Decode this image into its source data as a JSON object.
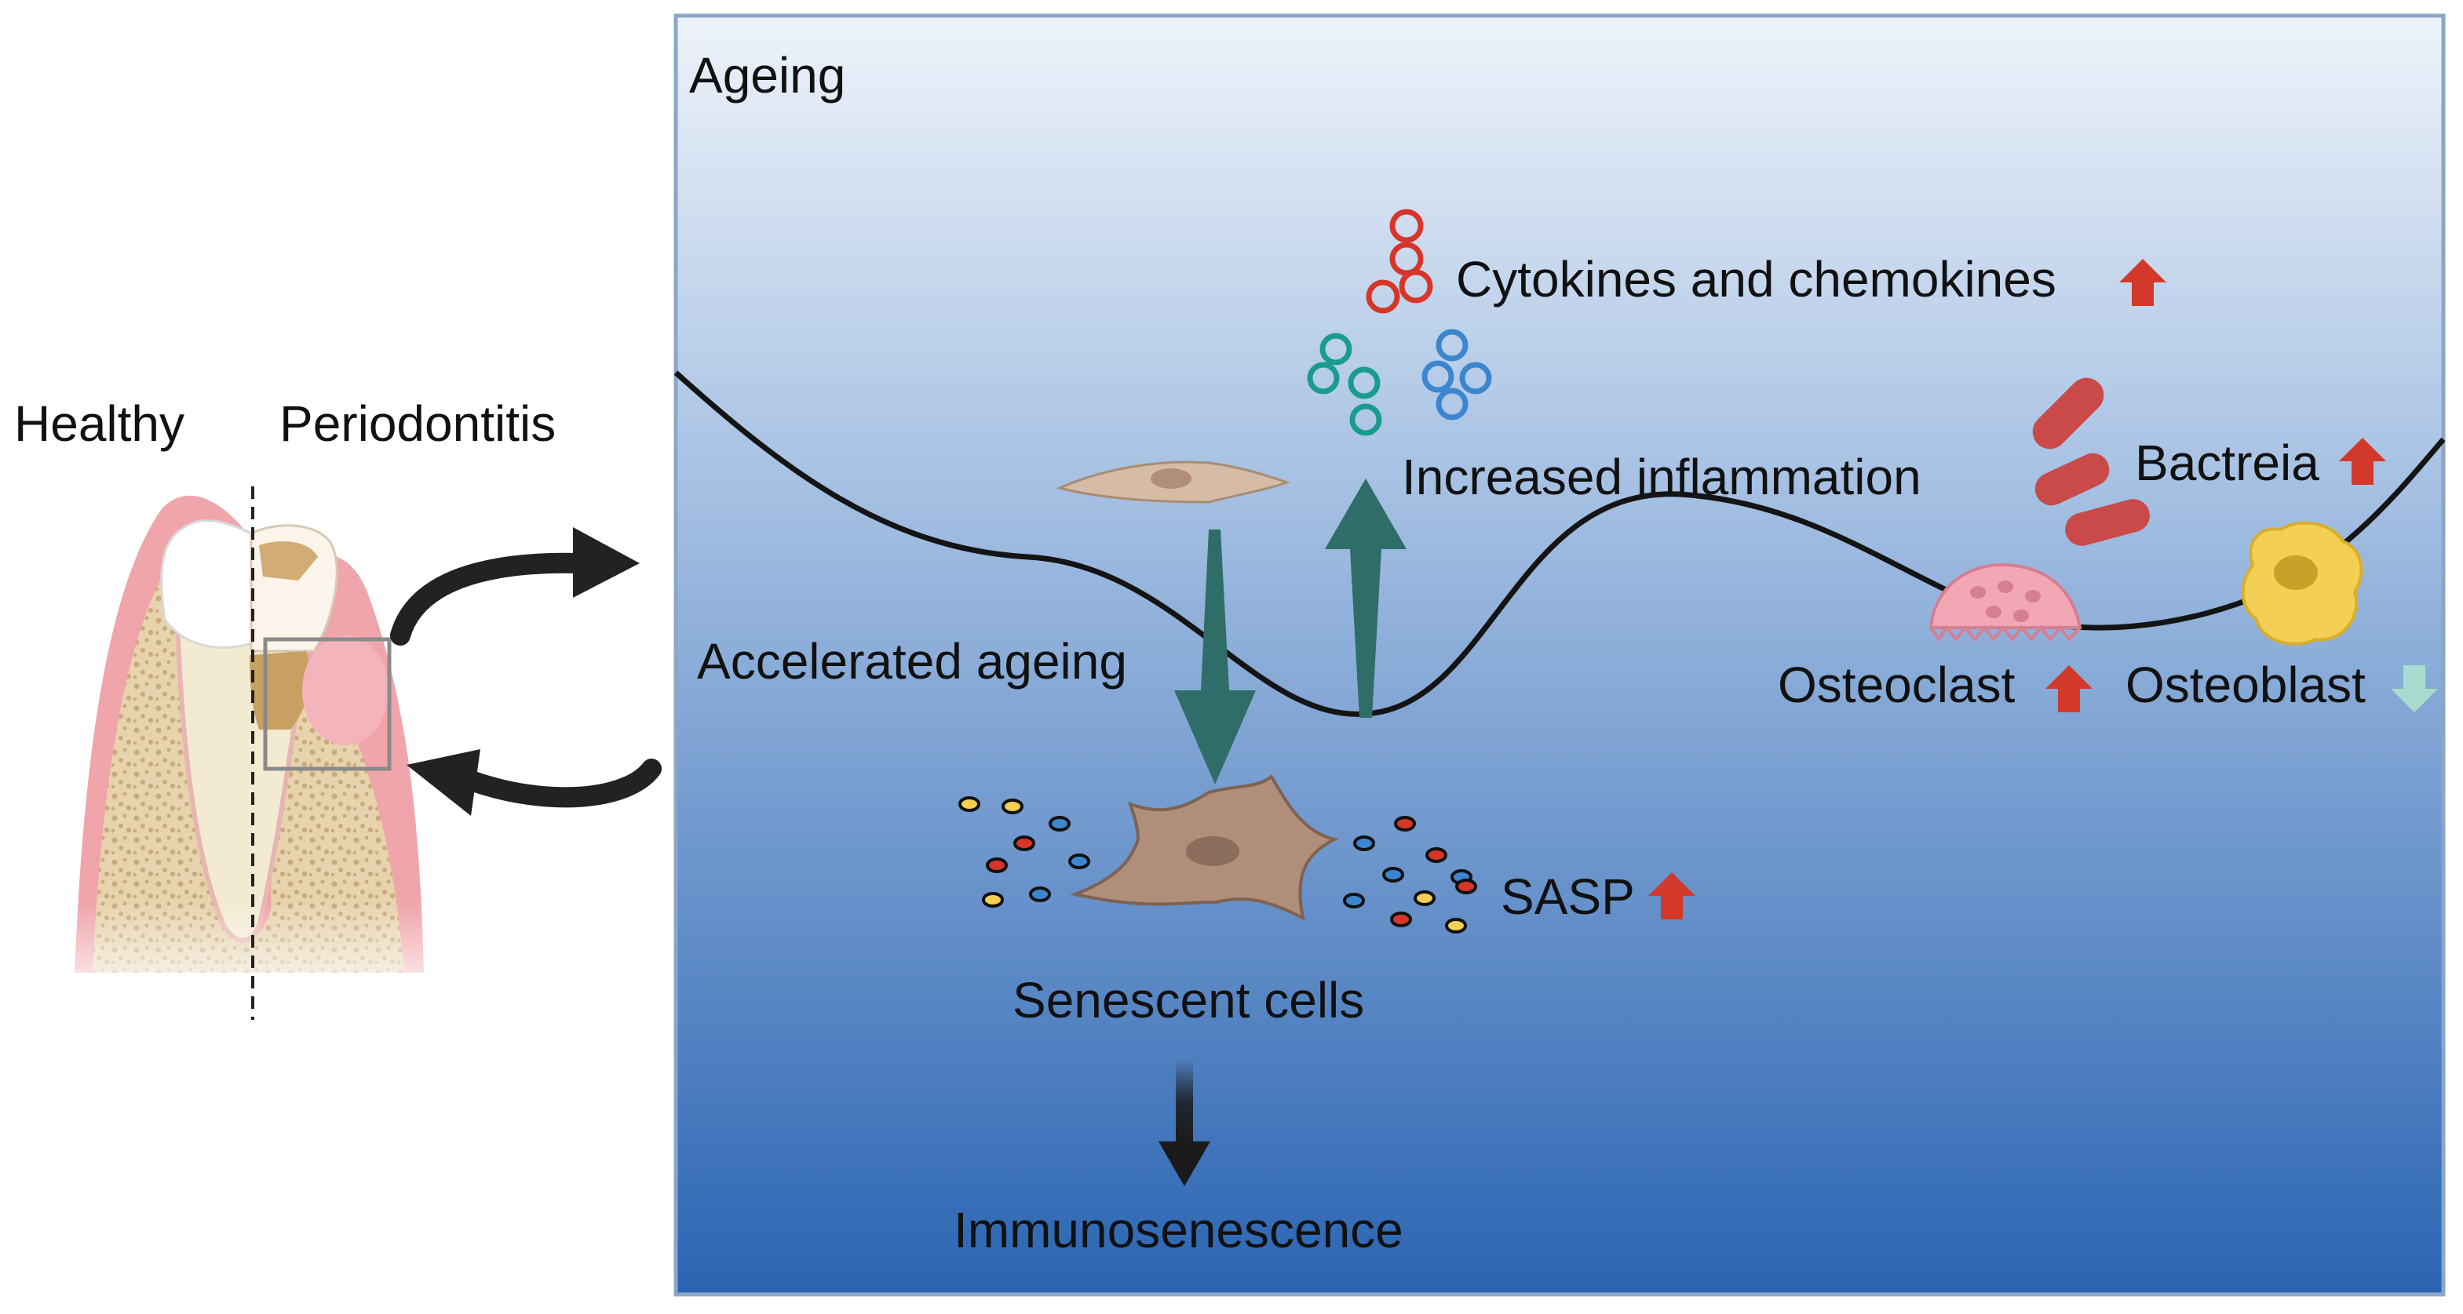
{
  "left_panel": {
    "healthy_label": "Healthy",
    "periodontitis_label": "Periodontitis"
  },
  "main_panel": {
    "title": "Ageing",
    "cytokines_label": "Cytokines and chemokines",
    "inflammation_label": "Increased inflammation",
    "bacteria_label": "Bactreia",
    "accelerated_label": "Accelerated ageing",
    "osteoclast_label": "Osteoclast",
    "osteoblast_label": "Osteoblast",
    "sasp_label": "SASP",
    "senescent_label": "Senescent cells",
    "immuno_label": "Immunosenescence"
  },
  "colors": {
    "panel_border": "#8aa6c8",
    "panel_top": "#eef3fa",
    "panel_bottom": "#2a64b2",
    "up_arrow": "#d2392a",
    "down_arrow": "#a9dccf",
    "teal_arrow": "#2f6d69",
    "cytokine_red": "#d8352a",
    "cytokine_teal": "#199c8e",
    "cytokine_blue": "#3c86d0",
    "bacteria": "#c94a48",
    "osteoclast": "#f2a7b5",
    "osteoblast": "#f3cf53",
    "cell": "#b08e7a",
    "gum": "#f3a8ad",
    "bone": "#e7d3ae"
  }
}
